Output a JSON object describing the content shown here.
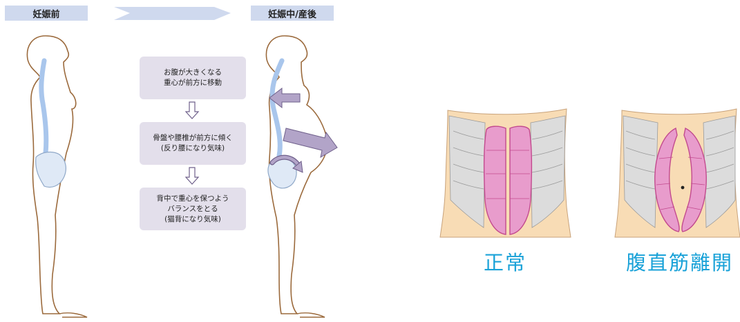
{
  "header": {
    "before_label": "妊娠前",
    "after_label": "妊娠中/産後"
  },
  "steps": [
    {
      "lines": [
        "お腹が大きくなる",
        "重心が前方に移動"
      ]
    },
    {
      "lines": [
        "骨盤や腰椎が前方に傾く",
        "(反り腰になり気味)"
      ]
    },
    {
      "lines": [
        "背中で重心を保つよう",
        "バランスをとる",
        "(猫背になり気味)"
      ]
    }
  ],
  "captions": {
    "normal": "正常",
    "diastasis": "腹直筋離開"
  },
  "colors": {
    "header_bg": "#cfd9ee",
    "step_bg": "#e3dfeb",
    "body_outline": "#9b6a3c",
    "spine": "#a9c6ec",
    "arrow_fill": "#b2a4c8",
    "muscle_pink": "#e89ccc",
    "caption_blue": "#1aa2d8"
  }
}
